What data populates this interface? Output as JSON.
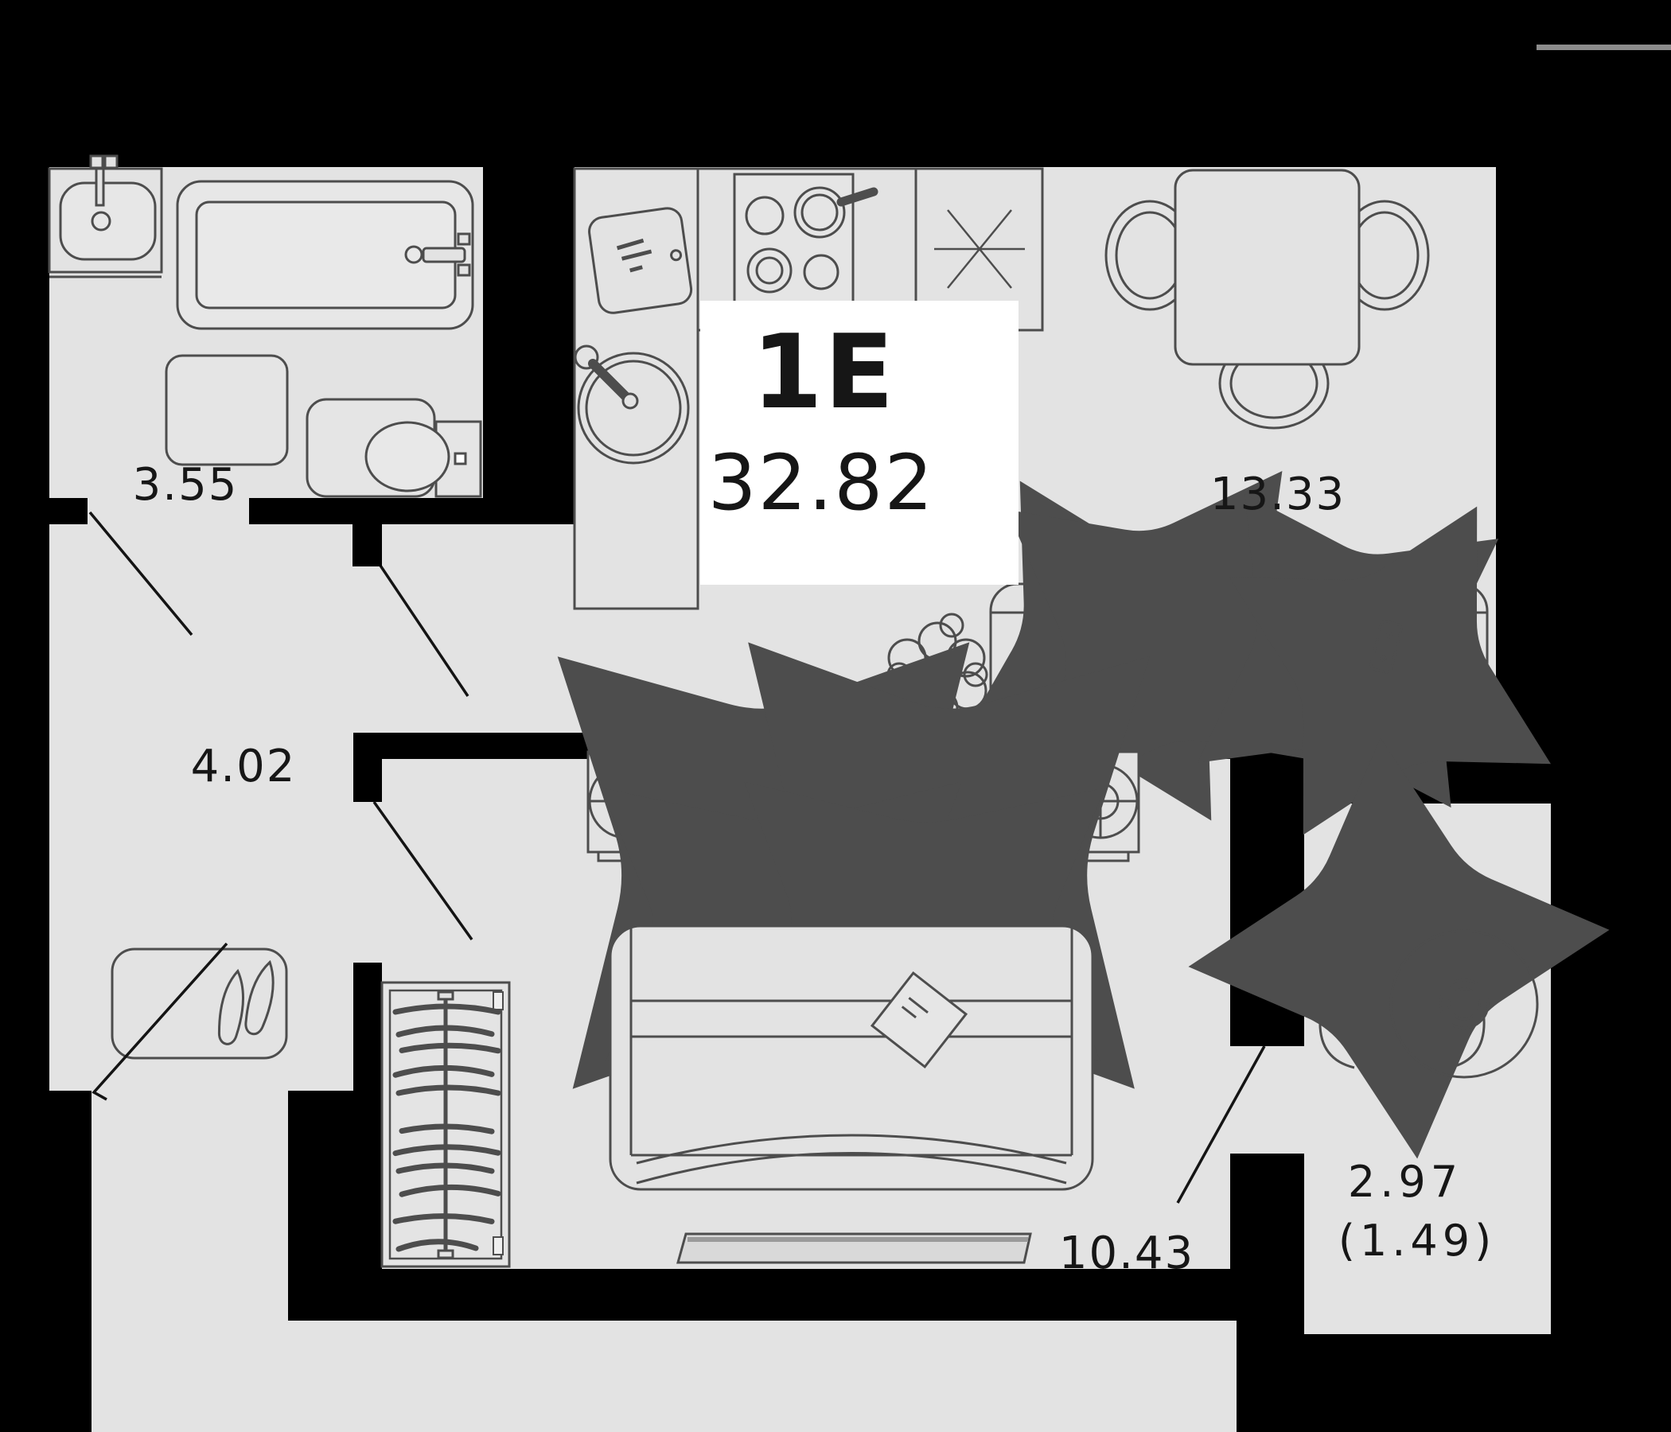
{
  "plan": {
    "unit_type": "1E",
    "total_area": "32.82",
    "rooms": [
      {
        "name": "bathroom",
        "area": "3.55"
      },
      {
        "name": "hallway",
        "area": "4.02"
      },
      {
        "name": "kitchen-living",
        "area": "13.33"
      },
      {
        "name": "bedroom",
        "area": "10.43"
      },
      {
        "name": "balcony",
        "area": "2.97",
        "area_reduced": "(1.49)"
      }
    ],
    "colors": {
      "background": "#000000",
      "floor": "#e3e3e3",
      "wall": "#000000",
      "outline": "#4d4d4d",
      "label": "#161616",
      "info_box": "#ffffff",
      "scale_dash": "#8c8c8c"
    }
  }
}
